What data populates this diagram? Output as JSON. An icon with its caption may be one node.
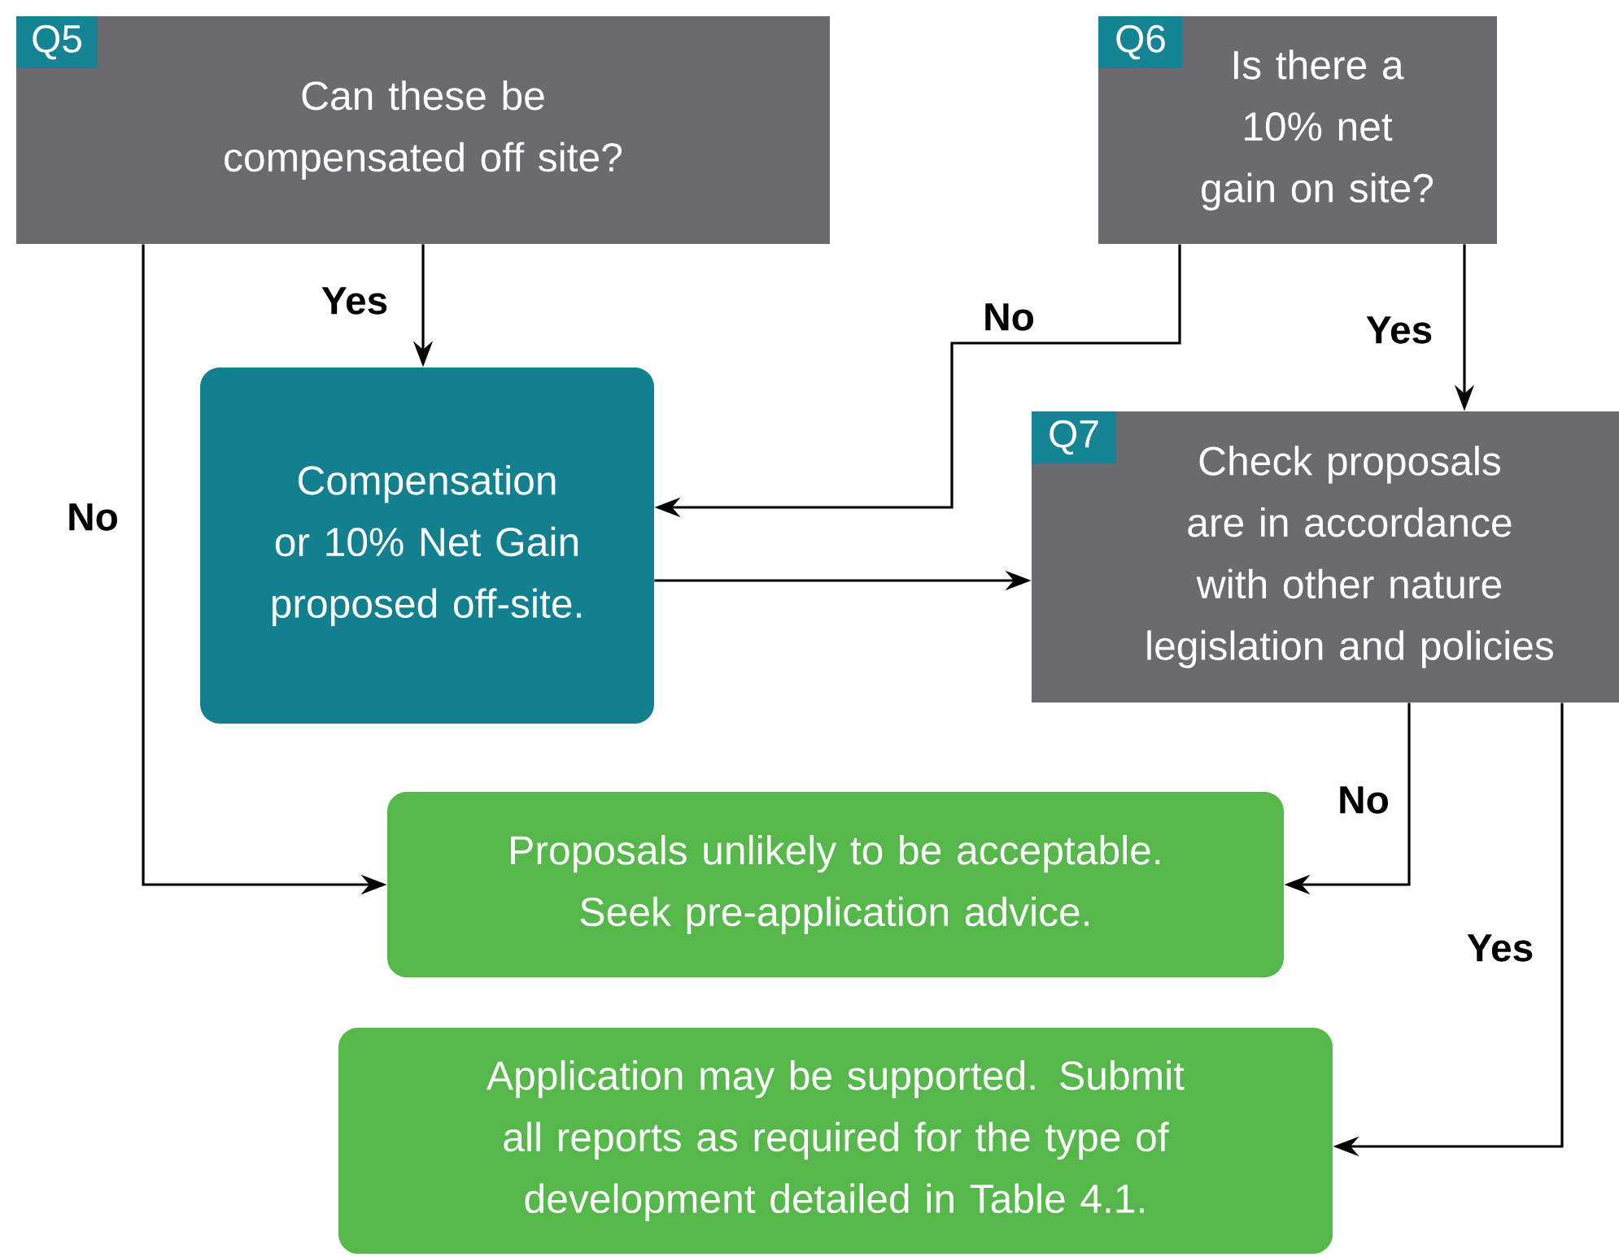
{
  "diagram": {
    "nodes": [
      {
        "text": [
          "Can these be compensated off site?"
        ]
      },
      {
        "text": [
          "Q5"
        ],
        "in": 0
      },
      {
        "text": [
          "Is there a 10% net gain on site?"
        ]
      },
      {
        "text": [
          "Q6"
        ],
        "in": 2
      },
      {
        "text": [
          "Compensation or 10% Net Gain proposed off-site."
        ]
      },
      {
        "text": [
          "Check proposals are in accordance with other nature legislation and policies"
        ]
      },
      {
        "text": [
          "Q7"
        ],
        "in": 5
      },
      {
        "text": [
          "Proposals unlikely to be acceptable. Seek pre-application advice."
        ]
      },
      {
        "text": [
          "Application may be supported. Submit all reports as required for the type of development detailed in Table 4.1."
        ]
      }
    ],
    "edges": [
      {
        "from": 0,
        "to": 4,
        "arrow": "to",
        "label": "Yes"
      },
      {
        "from": 0,
        "to": 7,
        "arrow": "to",
        "label": "No"
      },
      {
        "from": 2,
        "to": 4,
        "arrow": "to",
        "label": "No"
      },
      {
        "from": 2,
        "to": 5,
        "arrow": "to",
        "label": "Yes"
      },
      {
        "from": 4,
        "to": 5,
        "arrow": "to"
      },
      {
        "from": 5,
        "to": 7,
        "arrow": "to",
        "label": "No"
      },
      {
        "from": 5,
        "to": 8,
        "arrow": "to",
        "label": "Yes"
      }
    ]
  }
}
